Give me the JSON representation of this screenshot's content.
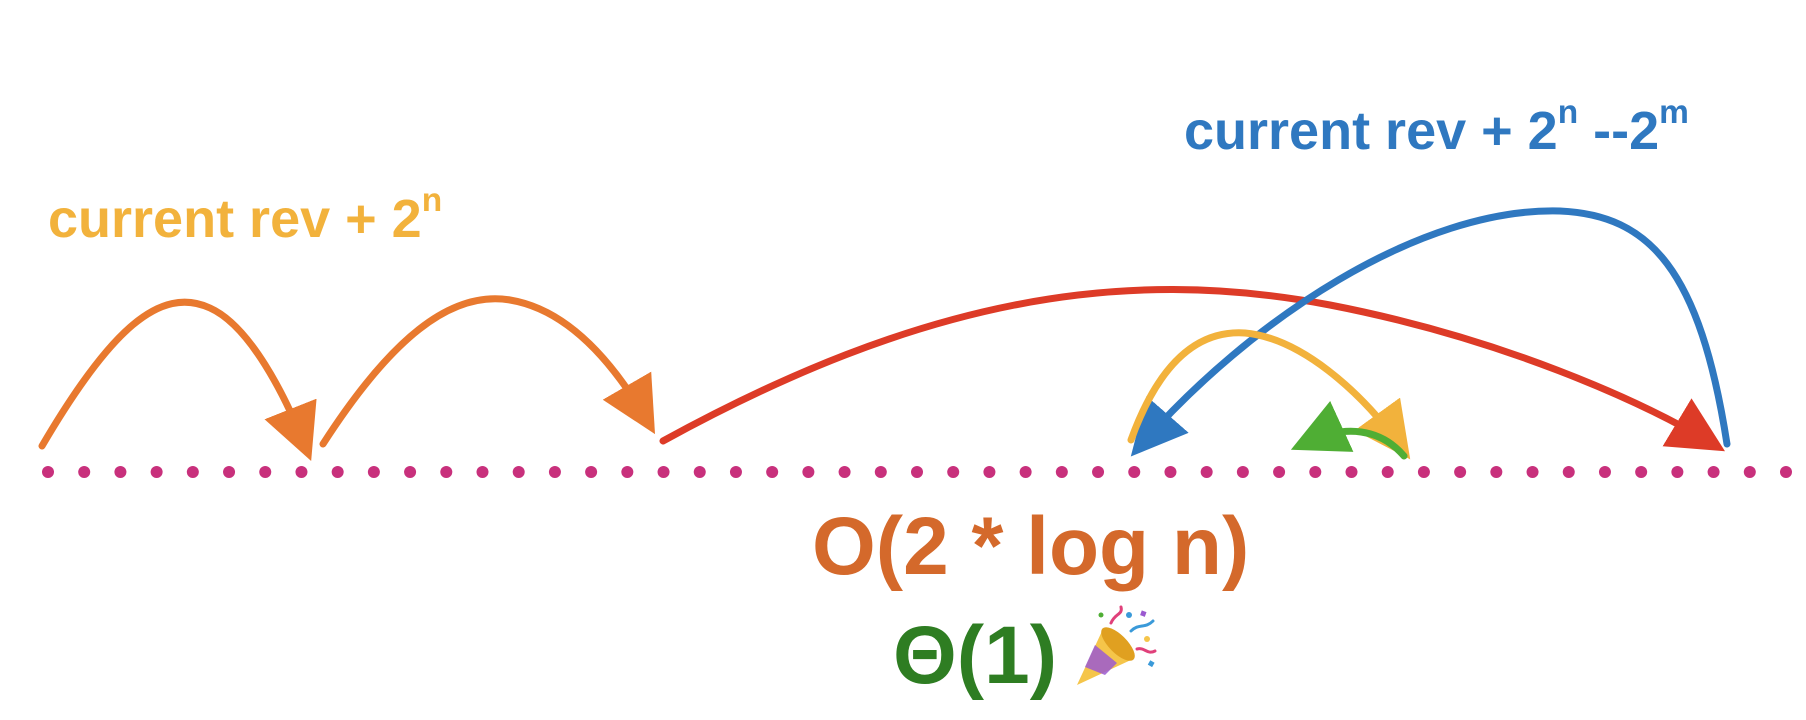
{
  "labels": {
    "orange_op": "current rev + 2",
    "orange_exp": "n",
    "blue_op": "current rev + 2",
    "blue_exp1": "n",
    "blue_mid": " --2",
    "blue_exp2": "m",
    "complexity": "O(2 * log n)",
    "theta": "Θ(1)"
  },
  "icons": {
    "celebration": "party-popper-icon"
  },
  "colors": {
    "dots": "#c8307c",
    "hop_orange": "#e8792f",
    "arc_yellow": "#f2b23c",
    "arc_blue": "#2f78c0",
    "arc_red": "#dd3b27",
    "arc_green": "#4fae34",
    "text_orange": "#f2b23c",
    "text_blue": "#2f78c0",
    "text_complexity": "#d4692b",
    "text_theta": "#2e7d22"
  },
  "diagram": {
    "dot_count": 49
  }
}
